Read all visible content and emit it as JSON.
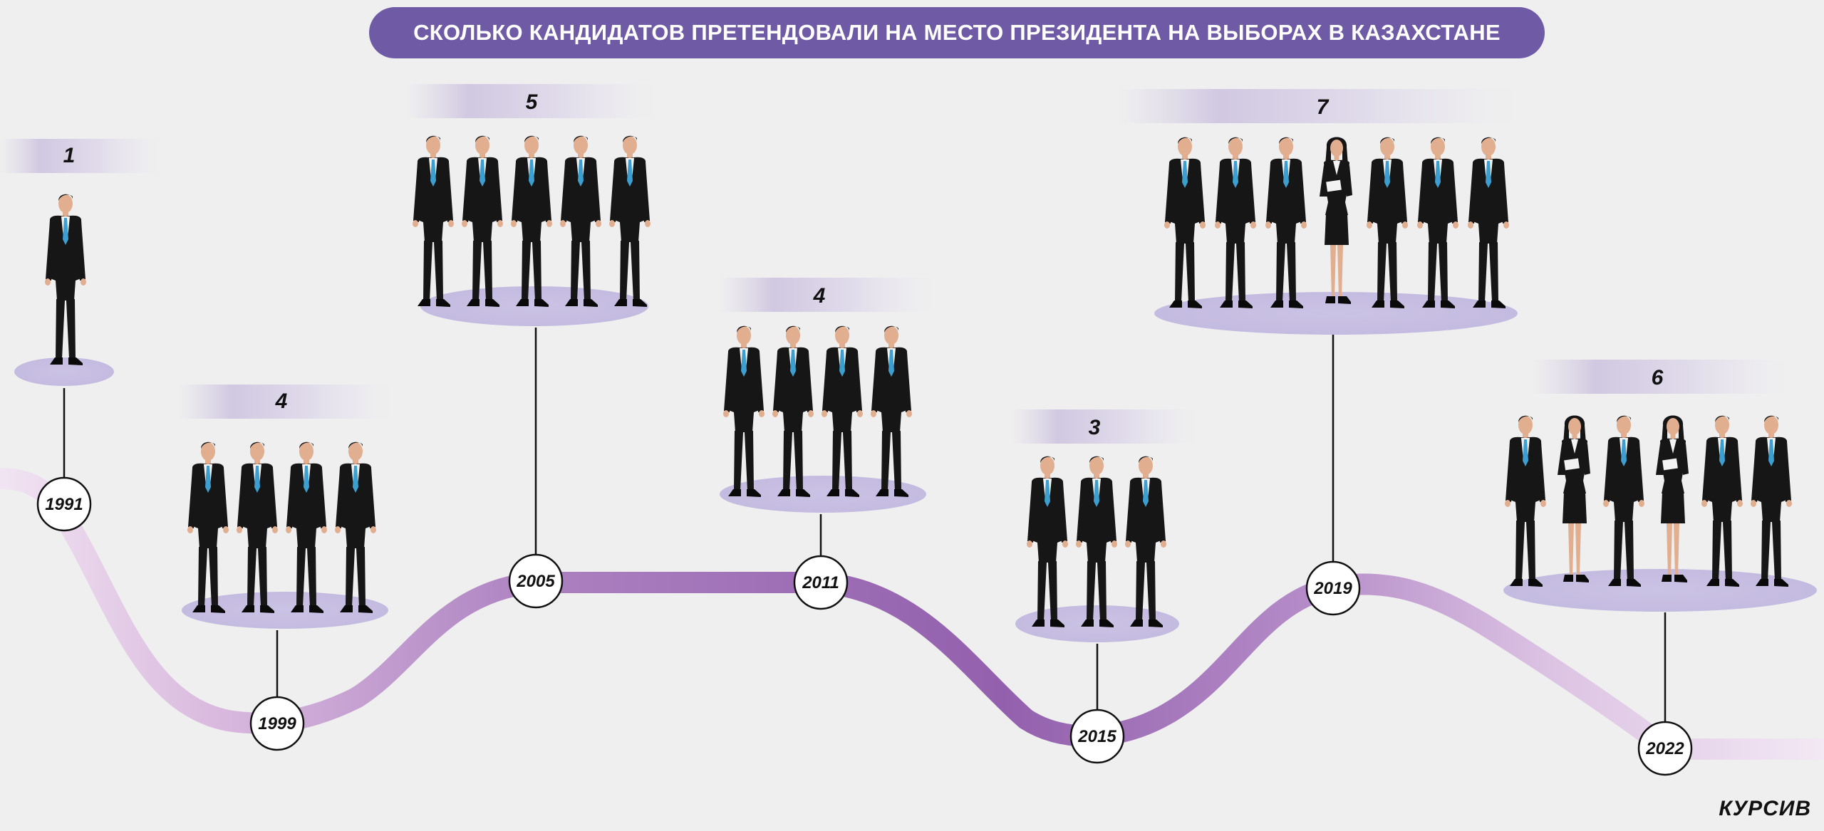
{
  "title": "СКОЛЬКО КАНДИДАТОВ ПРЕТЕНДОВАЛИ НА МЕСТО ПРЕЗИДЕНТА НА ВЫБОРАХ В КАЗАХСТАНЕ",
  "brand": "КУРСИВ",
  "colors": {
    "title_bg": "#6e5aa5",
    "timeline_dark": "#9a6ab3",
    "timeline_light": "#e9d6ec",
    "platform": "#c9c2e2",
    "suit": "#161616",
    "shirt": "#f4f4f4",
    "tie": "#3d9fd0",
    "skin": "#e1ae8f",
    "hair": "#151515"
  },
  "elections": [
    {
      "year": "1991",
      "count": "1",
      "figures": [
        "man"
      ]
    },
    {
      "year": "1999",
      "count": "4",
      "figures": [
        "man",
        "man",
        "man",
        "man"
      ]
    },
    {
      "year": "2005",
      "count": "5",
      "figures": [
        "man",
        "man",
        "man",
        "man",
        "man"
      ]
    },
    {
      "year": "2011",
      "count": "4",
      "figures": [
        "man",
        "man",
        "man",
        "man"
      ]
    },
    {
      "year": "2015",
      "count": "3",
      "figures": [
        "man",
        "man",
        "man"
      ]
    },
    {
      "year": "2019",
      "count": "7",
      "figures": [
        "man",
        "man",
        "man",
        "woman",
        "man",
        "man",
        "man"
      ]
    },
    {
      "year": "2022",
      "count": "6",
      "figures": [
        "man",
        "woman",
        "man",
        "woman",
        "man",
        "man"
      ]
    }
  ]
}
